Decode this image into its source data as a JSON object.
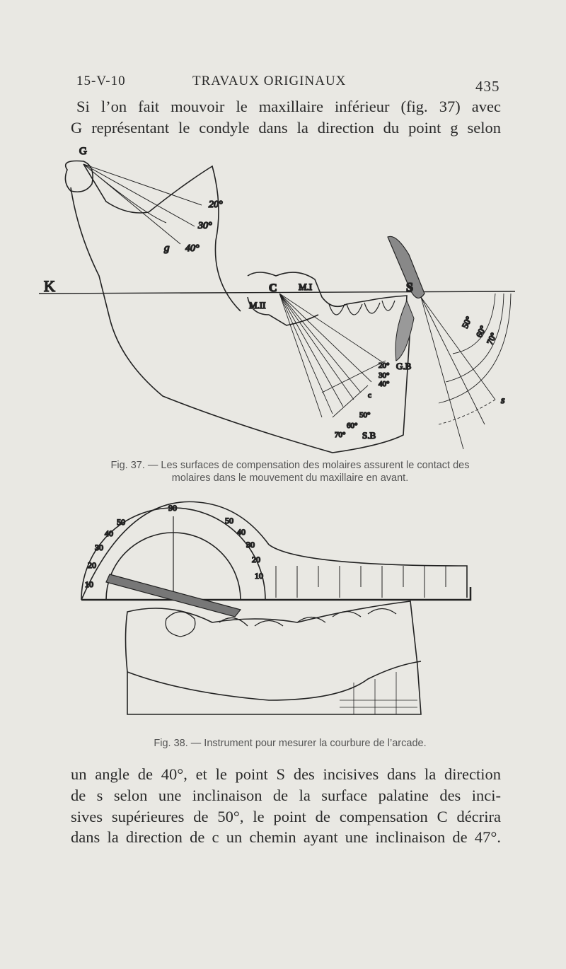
{
  "header": {
    "left": "15-V-10",
    "center": "TRAVAUX ORIGINAUX",
    "page_number": "435"
  },
  "intro_lines": [
    "Si l’on fait mouvoir le maxillaire inférieur (fig. 37) avec",
    "G représentant le condyle dans la direction du point g selon"
  ],
  "figure37": {
    "labels": {
      "G": "G",
      "g": "g",
      "K": "K",
      "C": "C",
      "MI": "M.I",
      "MII": "M.II",
      "S": "S",
      "s": "s",
      "c": "c",
      "GB": "G.B",
      "SB": "S.B",
      "g20": "20°",
      "g30": "30°",
      "g40": "40°",
      "c20": "20°",
      "c30": "30°",
      "c40": "40°",
      "c50": "50°",
      "c60": "60°",
      "c70": "70°",
      "s50": "50°",
      "s60": "60°",
      "s70": "70°"
    },
    "caption_line1": "Fig. 37. — Les surfaces de compensation des molaires assurent le contact des",
    "caption_line2": "molaires dans le mouvement du maxillaire en avant."
  },
  "figure38": {
    "scale": [
      "10",
      "20",
      "30",
      "40",
      "50",
      "90",
      "50",
      "40",
      "30",
      "20",
      "10"
    ],
    "caption": "Fig. 38. — Instrument pour mesurer la courbure de l’arcade."
  },
  "body_lines": [
    "un angle de 40°, et le point S des incisives dans la direction",
    "de s selon une inclinaison de la surface palatine des inci-",
    "sives supérieures de 50°, le point de compensation C décrira",
    "dans la direction de c un chemin ayant une inclinaison de 47°."
  ]
}
